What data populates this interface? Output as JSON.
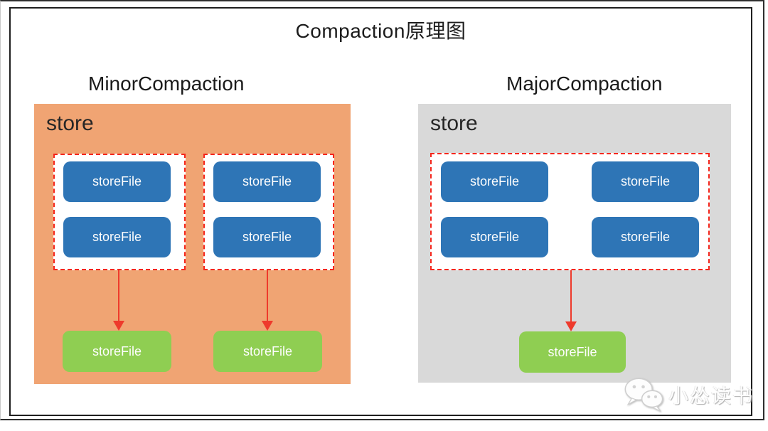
{
  "title": "Compaction原理图",
  "sections": {
    "minor": {
      "label": "MinorCompaction",
      "store_label": "store",
      "groups": [
        {
          "inputs": [
            "storeFile",
            "storeFile"
          ],
          "output": "storeFile"
        },
        {
          "inputs": [
            "storeFile",
            "storeFile"
          ],
          "output": "storeFile"
        }
      ]
    },
    "major": {
      "label": "MajorCompaction",
      "store_label": "store",
      "groups": [
        {
          "inputs": [
            "storeFile",
            "storeFile",
            "storeFile",
            "storeFile"
          ],
          "output": "storeFile"
        }
      ]
    }
  },
  "watermark": {
    "icon": "wechat-icon",
    "text": "小怂读书"
  },
  "colors": {
    "minor_panel_bg": "#F0A473",
    "major_panel_bg": "#D9D9D9",
    "input_file_fill": "#2E75B6",
    "output_file_fill": "#8FCE52",
    "selection_dash_red": "#F5261C",
    "arrow_red": "#EE3A2C",
    "frame_border": "#1F1F1F"
  }
}
